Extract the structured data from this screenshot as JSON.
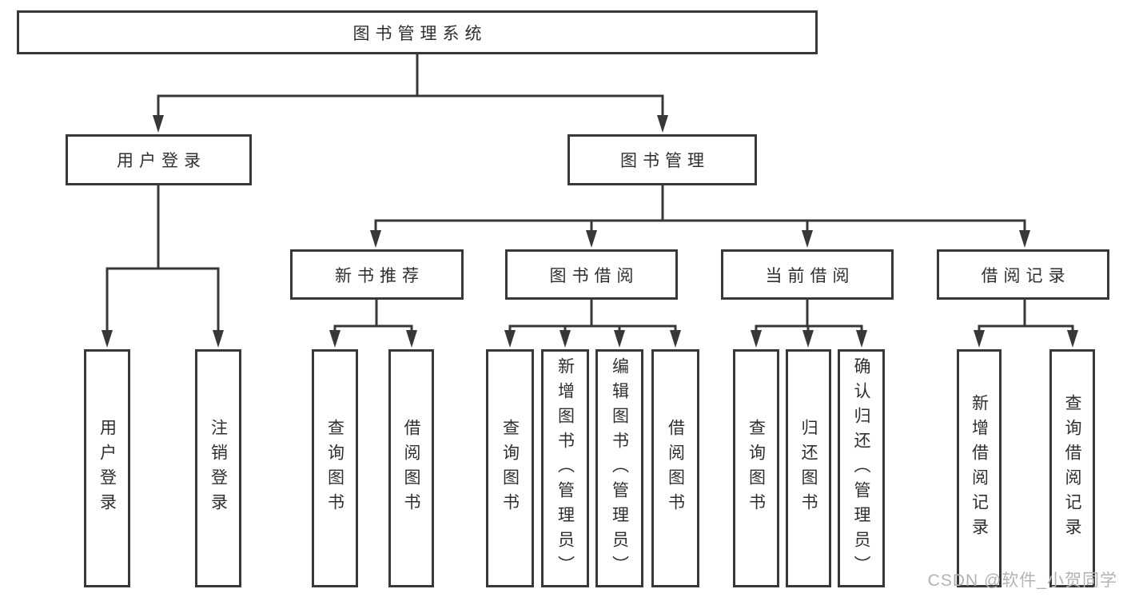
{
  "diagram": {
    "title": "图书管理系统",
    "level2": [
      {
        "label": "用户登录"
      },
      {
        "label": "图书管理"
      }
    ],
    "level3": [
      {
        "label": "新书推荐"
      },
      {
        "label": "图书借阅"
      },
      {
        "label": "当前借阅"
      },
      {
        "label": "借阅记录"
      }
    ],
    "leaves": {
      "user_login": [
        {
          "label": "用户登录"
        },
        {
          "label": "注销登录"
        }
      ],
      "new_books": [
        {
          "label": "查询图书"
        },
        {
          "label": "借阅图书"
        }
      ],
      "book_borrow": [
        {
          "label": "查询图书"
        },
        {
          "label": "新增图书（管理员）"
        },
        {
          "label": "编辑图书（管理员）"
        },
        {
          "label": "借阅图书"
        }
      ],
      "current_borrow": [
        {
          "label": "查询图书"
        },
        {
          "label": "归还图书"
        },
        {
          "label": "确认归还（管理员）"
        }
      ],
      "borrow_records": [
        {
          "label": "新增借阅记录"
        },
        {
          "label": "查询借阅记录"
        }
      ]
    },
    "colors": {
      "line": "#383838",
      "text": "#2f2f2f",
      "watermark": "#b3b3b3"
    }
  },
  "watermark": {
    "text": "CSDN @软件_小贺同学"
  }
}
